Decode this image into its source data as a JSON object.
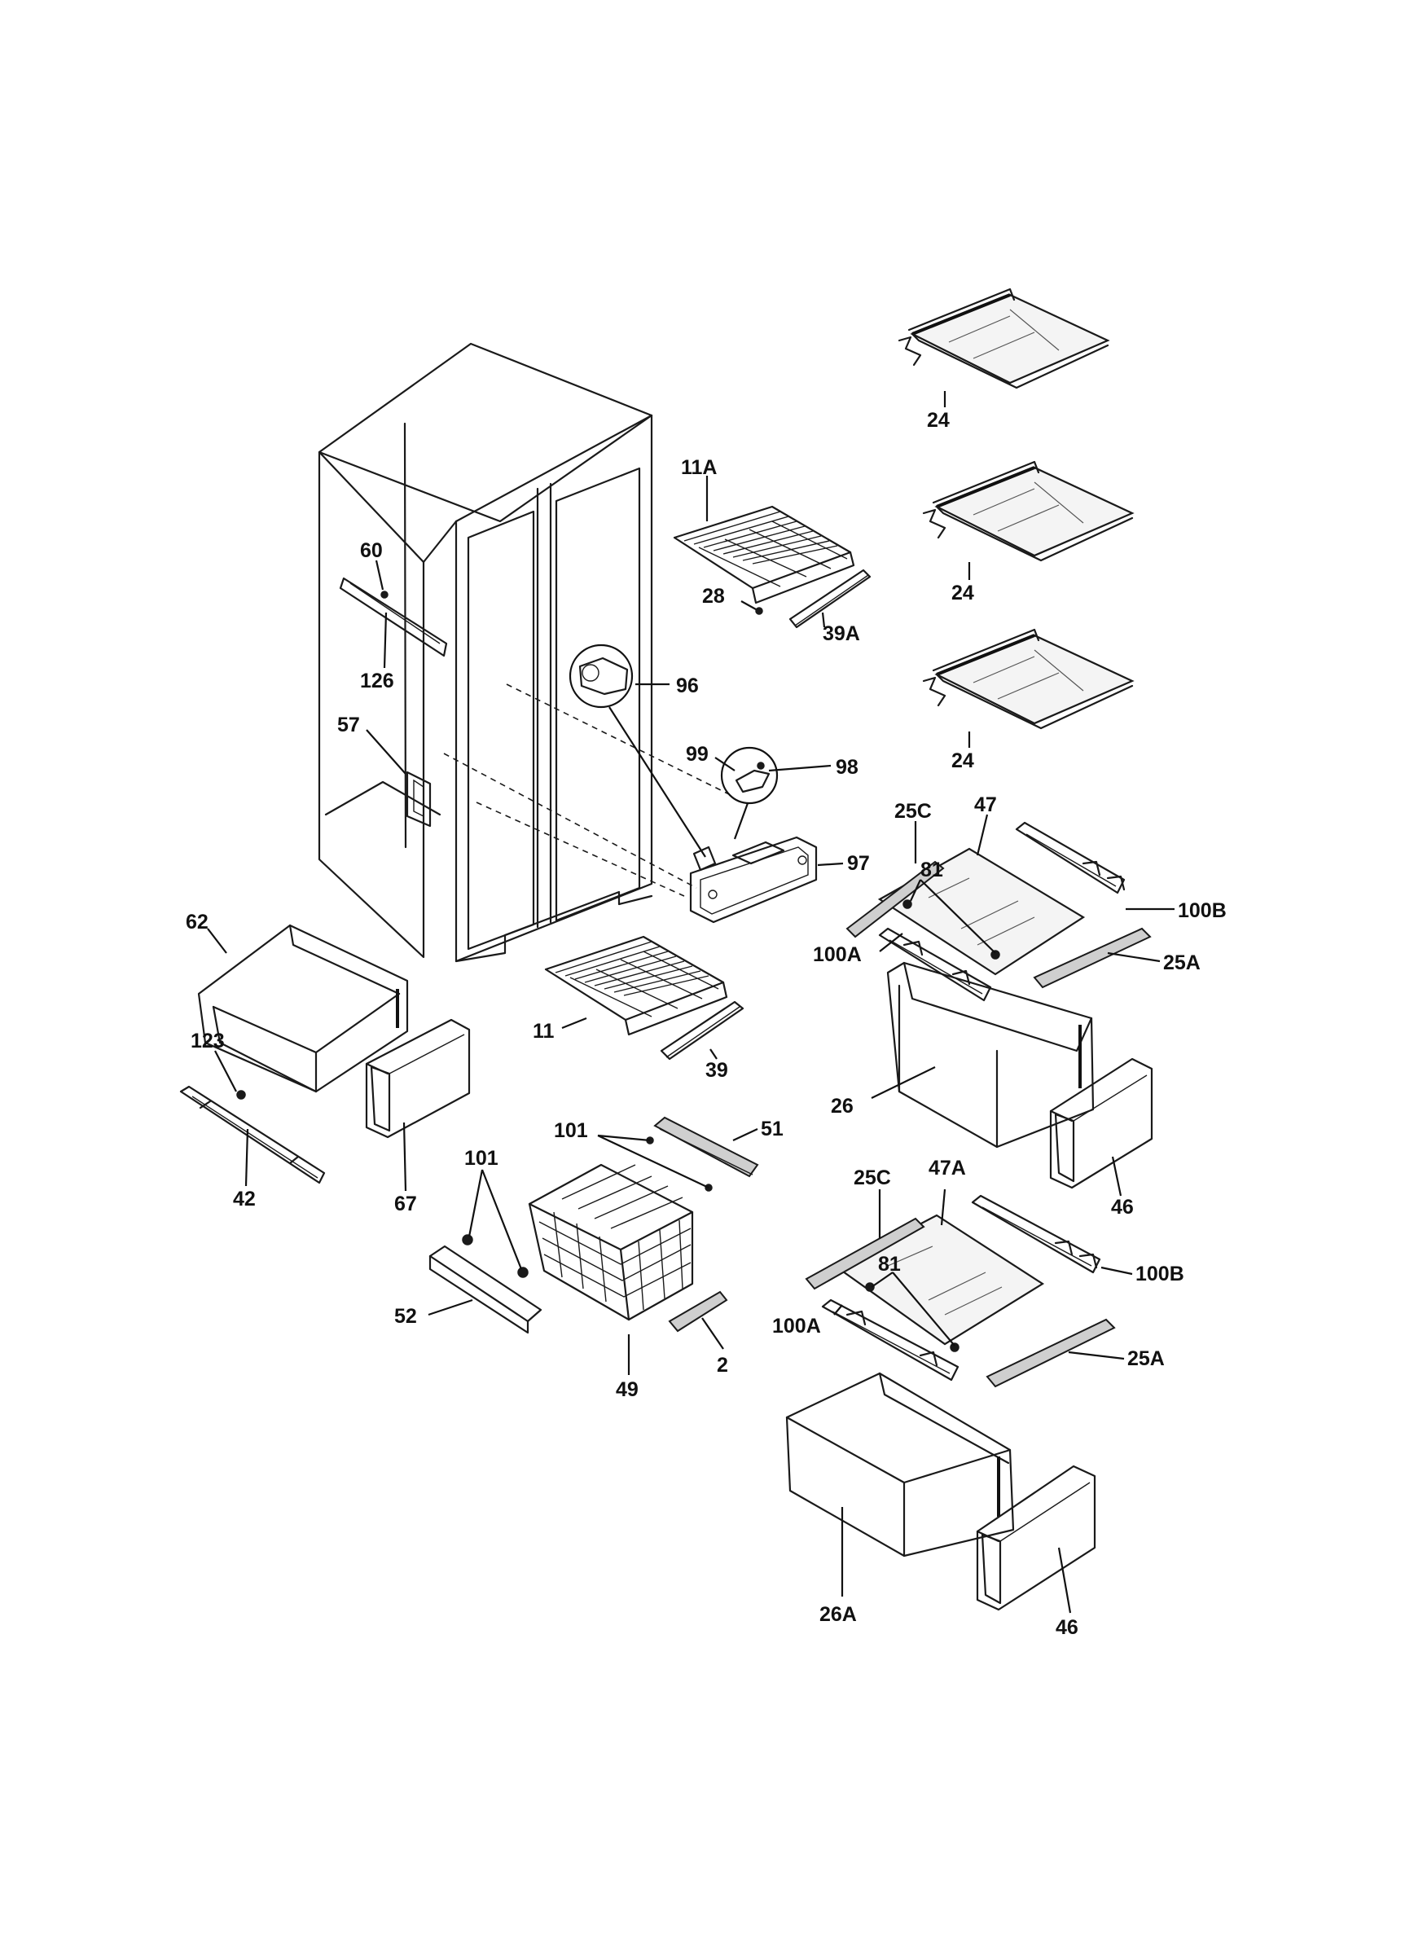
{
  "diagram": {
    "callouts": [
      {
        "id": "c24a",
        "label": "24"
      },
      {
        "id": "c24b",
        "label": "24"
      },
      {
        "id": "c24c",
        "label": "24"
      },
      {
        "id": "c11a",
        "label": "11A"
      },
      {
        "id": "c28",
        "label": "28"
      },
      {
        "id": "c39a",
        "label": "39A"
      },
      {
        "id": "c60",
        "label": "60"
      },
      {
        "id": "c126",
        "label": "126"
      },
      {
        "id": "c57",
        "label": "57"
      },
      {
        "id": "c96",
        "label": "96"
      },
      {
        "id": "c99",
        "label": "99"
      },
      {
        "id": "c98",
        "label": "98"
      },
      {
        "id": "c97",
        "label": "97"
      },
      {
        "id": "c25c_1",
        "label": "25C"
      },
      {
        "id": "c47",
        "label": "47"
      },
      {
        "id": "c100b_1",
        "label": "100B"
      },
      {
        "id": "c81_1",
        "label": "81"
      },
      {
        "id": "c100a_1",
        "label": "100A"
      },
      {
        "id": "c25a_1",
        "label": "25A"
      },
      {
        "id": "c26",
        "label": "26"
      },
      {
        "id": "c46_1",
        "label": "46"
      },
      {
        "id": "c62",
        "label": "62"
      },
      {
        "id": "c123",
        "label": "123"
      },
      {
        "id": "c42",
        "label": "42"
      },
      {
        "id": "c67",
        "label": "67"
      },
      {
        "id": "c11",
        "label": "11"
      },
      {
        "id": "c39",
        "label": "39"
      },
      {
        "id": "c101_1",
        "label": "101"
      },
      {
        "id": "c51",
        "label": "51"
      },
      {
        "id": "c101_2",
        "label": "101"
      },
      {
        "id": "c52",
        "label": "52"
      },
      {
        "id": "c49",
        "label": "49"
      },
      {
        "id": "c2",
        "label": "2"
      },
      {
        "id": "c25c_2",
        "label": "25C"
      },
      {
        "id": "c47a",
        "label": "47A"
      },
      {
        "id": "c100b_2",
        "label": "100B"
      },
      {
        "id": "c81_2",
        "label": "81"
      },
      {
        "id": "c100a_2",
        "label": "100A"
      },
      {
        "id": "c25a_2",
        "label": "25A"
      },
      {
        "id": "c26a",
        "label": "26A"
      },
      {
        "id": "c46_2",
        "label": "46"
      }
    ]
  }
}
